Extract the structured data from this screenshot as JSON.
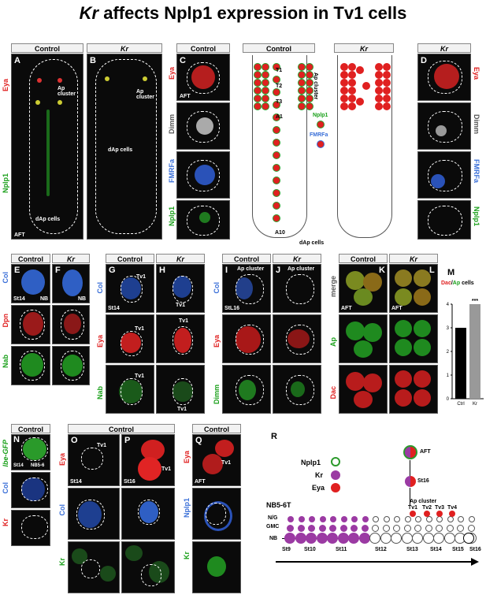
{
  "title": {
    "gene": "Kr",
    "rest": "affects Nplp1 expression in Tv1 cells"
  },
  "panelA": {
    "letter": "A",
    "header": "Control",
    "left_labels": [
      "Eya",
      "Nplp1"
    ],
    "ap_label": "Ap cluster",
    "dap_label": "dAp cells",
    "stage": "AFT"
  },
  "panelB": {
    "letter": "B",
    "header": "Kr",
    "ap_label": "Ap cluster",
    "dap_label": "dAp cells"
  },
  "panelC": {
    "letter": "C",
    "header": "Control",
    "stage": "AFT",
    "rows": [
      "Eya",
      "Dimm",
      "FMRFa",
      "Nplp1"
    ]
  },
  "panelD": {
    "letter": "D",
    "header": "Kr",
    "rows": [
      "Eya",
      "Dimm",
      "FMRFa",
      "Nplp1"
    ]
  },
  "schematic": {
    "control_header": "Control",
    "kr_header": "Kr",
    "segments": [
      "T1",
      "T2",
      "T3",
      "A1"
    ],
    "a10": "A10",
    "ap_cluster": "Ap cluster",
    "dap_cells": "dAp cells",
    "legend": [
      "Nplp1",
      "FMRFa"
    ]
  },
  "panelE": {
    "letter": "E",
    "header": "Control",
    "stage": "St14",
    "nb": "NB",
    "rows": [
      "Col",
      "Dpn",
      "Nab"
    ]
  },
  "panelF": {
    "letter": "F",
    "header": "Kr",
    "nb": "NB"
  },
  "panelG": {
    "letter": "G",
    "header": "Control",
    "stage": "St14",
    "tv1": "Tv1",
    "rows": [
      "Col",
      "Eya",
      "Nab"
    ]
  },
  "panelH": {
    "letter": "H",
    "header": "Kr",
    "tv1": "Tv1"
  },
  "panelI": {
    "letter": "I",
    "header": "Control",
    "ap": "Ap cluster",
    "stage": "StL16",
    "rows": [
      "Col",
      "Eya",
      "Dimm"
    ]
  },
  "panelJ": {
    "letter": "J",
    "header": "Kr",
    "ap": "Ap cluster"
  },
  "panelK": {
    "letter": "K",
    "header": "Control",
    "stage": "AFT",
    "rows": [
      "merge",
      "Ap",
      "Dac"
    ]
  },
  "panelL": {
    "letter": "L",
    "header": "Kr",
    "stage": "AFT"
  },
  "panelM": {
    "letter": "M",
    "title_a": "Dac",
    "title_sep": "/",
    "title_b": "Ap",
    "title_c": " cells",
    "sig": "***"
  },
  "chart_data": {
    "type": "bar",
    "title": "Dac/Ap cells",
    "categories": [
      "Ctrl",
      "Kr"
    ],
    "values": [
      3,
      4
    ],
    "ylim": [
      0,
      4
    ],
    "yticks": [
      "0",
      "1",
      "2",
      "3",
      "4"
    ],
    "colors": [
      "#000000",
      "#999999"
    ],
    "annotation": "***"
  },
  "panelN": {
    "letter": "N",
    "header": "Control",
    "stage": "St14",
    "cell": "NB5-6",
    "rows": [
      "lbe-GFP",
      "Col",
      "Kr"
    ]
  },
  "panelO": {
    "letter": "O",
    "header": "Control",
    "stage": "St14",
    "tv1": "Tv1",
    "rows": [
      "Eya",
      "Col",
      "Kr"
    ]
  },
  "panelP": {
    "letter": "P",
    "stage": "St16",
    "tv1": "Tv1"
  },
  "panelQ": {
    "letter": "Q",
    "header": "Control",
    "stage": "AFT",
    "tv1": "Tv1",
    "rows": [
      "Eya",
      "Nplp1",
      "Kr"
    ]
  },
  "panelR": {
    "letter": "R",
    "legend": [
      "Nplp1",
      "Kr",
      "Eya"
    ],
    "lineage": "NB5-6T",
    "row_labels": [
      "N/G",
      "GMC",
      "NB"
    ],
    "stages": [
      "St9",
      "St10",
      "St11",
      "St12",
      "St13",
      "St14",
      "St15",
      "St16"
    ],
    "tv": [
      "Tv1",
      "Tv2",
      "Tv3",
      "Tv4"
    ],
    "ap_cluster": "Ap cluster",
    "st16": "St16",
    "aft": "AFT"
  }
}
